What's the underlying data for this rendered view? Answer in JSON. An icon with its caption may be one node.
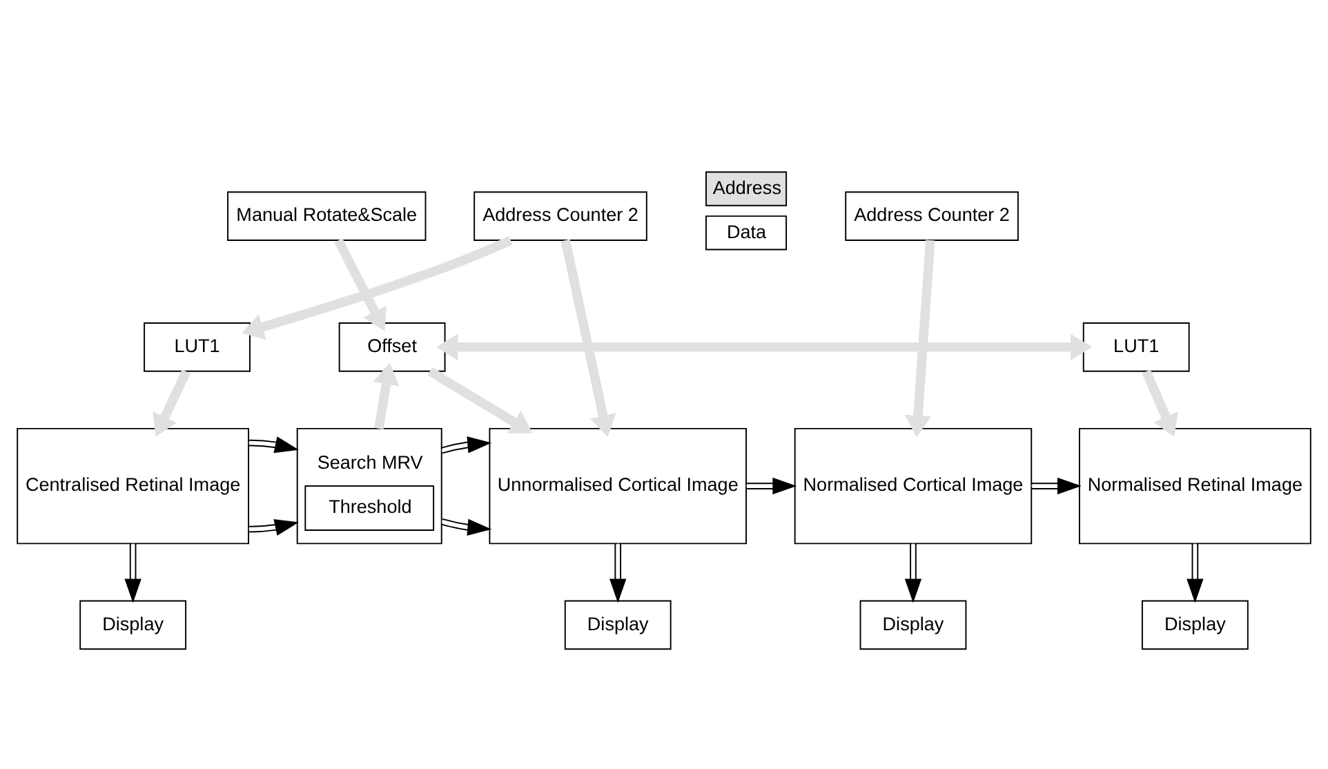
{
  "diagram": {
    "nodes": [
      {
        "text": [
          "Manual Rotate&Scale"
        ]
      },
      {
        "text": [
          "Address Counter 2"
        ]
      },
      {
        "text": [
          "Address Counter 2"
        ]
      },
      {
        "text": [
          "LUT1"
        ]
      },
      {
        "text": [
          "Offset"
        ]
      },
      {
        "text": [
          "LUT1"
        ]
      },
      {
        "text": [
          "Centralised Retinal Image"
        ]
      },
      {
        "text": [
          "Search MRV",
          "Threshold"
        ]
      },
      {
        "text": [
          "Unnormalised Cortical Image"
        ]
      },
      {
        "text": [
          "Normalised Cortical Image"
        ]
      },
      {
        "text": [
          "Normalised Retinal Image"
        ]
      },
      {
        "text": [
          "Display"
        ]
      },
      {
        "text": [
          "Display"
        ]
      },
      {
        "text": [
          "Display"
        ]
      },
      {
        "text": [
          "Display"
        ]
      }
    ],
    "edges": [
      {
        "from": 0,
        "to": 4,
        "arrow": "to",
        "style": "thick",
        "color": "#e0e0e0"
      },
      {
        "from": 1,
        "to": 3,
        "arrow": "to",
        "style": "thick",
        "color": "#e0e0e0"
      },
      {
        "from": 1,
        "to": 8,
        "arrow": "to",
        "style": "thick",
        "color": "#e0e0e0"
      },
      {
        "from": 7,
        "to": 4,
        "arrow": "to",
        "style": "thick",
        "color": "#e0e0e0"
      },
      {
        "from": 4,
        "to": 8,
        "arrow": "to",
        "style": "thick",
        "color": "#e0e0e0"
      },
      {
        "from": 4,
        "to": 5,
        "arrow": "both",
        "style": "thick",
        "color": "#e0e0e0"
      },
      {
        "from": 2,
        "to": 9,
        "arrow": "to",
        "style": "thick",
        "color": "#e0e0e0"
      },
      {
        "from": 3,
        "to": 6,
        "arrow": "to",
        "style": "thick",
        "color": "#e0e0e0"
      },
      {
        "from": 5,
        "to": 10,
        "arrow": "to",
        "style": "thick",
        "color": "#e0e0e0"
      },
      {
        "from": 6,
        "to": 7,
        "arrow": "to"
      },
      {
        "from": 6,
        "to": 7,
        "arrow": "to"
      },
      {
        "from": 7,
        "to": 8,
        "arrow": "to"
      },
      {
        "from": 7,
        "to": 8,
        "arrow": "to"
      },
      {
        "from": 8,
        "to": 9,
        "arrow": "to"
      },
      {
        "from": 9,
        "to": 10,
        "arrow": "to"
      },
      {
        "from": 6,
        "to": 11,
        "arrow": "to"
      },
      {
        "from": 8,
        "to": 12,
        "arrow": "to"
      },
      {
        "from": 9,
        "to": 13,
        "arrow": "to"
      },
      {
        "from": 10,
        "to": 14,
        "arrow": "to"
      }
    ],
    "legend": [
      {
        "text": "Address",
        "color": "#e0e0e0"
      },
      {
        "text": "Data",
        "color": "#ffffff"
      }
    ]
  }
}
